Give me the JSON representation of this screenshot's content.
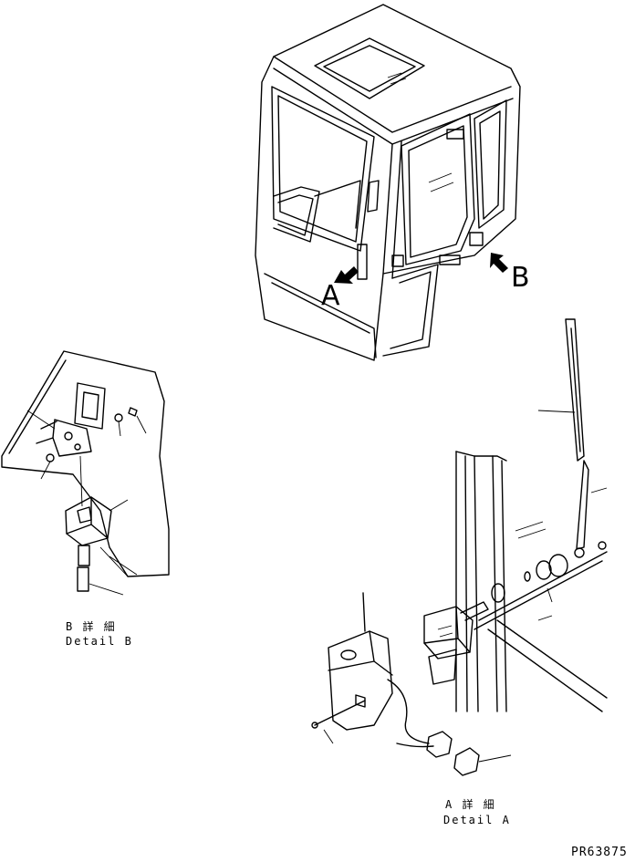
{
  "labels": {
    "callout_a": "A",
    "callout_b": "B",
    "detail_b_jp": "B 詳 細",
    "detail_b_en": "Detail B",
    "detail_a_jp": "A 詳 細",
    "detail_a_en": "Detail A",
    "drawing_code": "PR63875"
  },
  "colors": {
    "line": "#000000",
    "background": "#ffffff"
  }
}
